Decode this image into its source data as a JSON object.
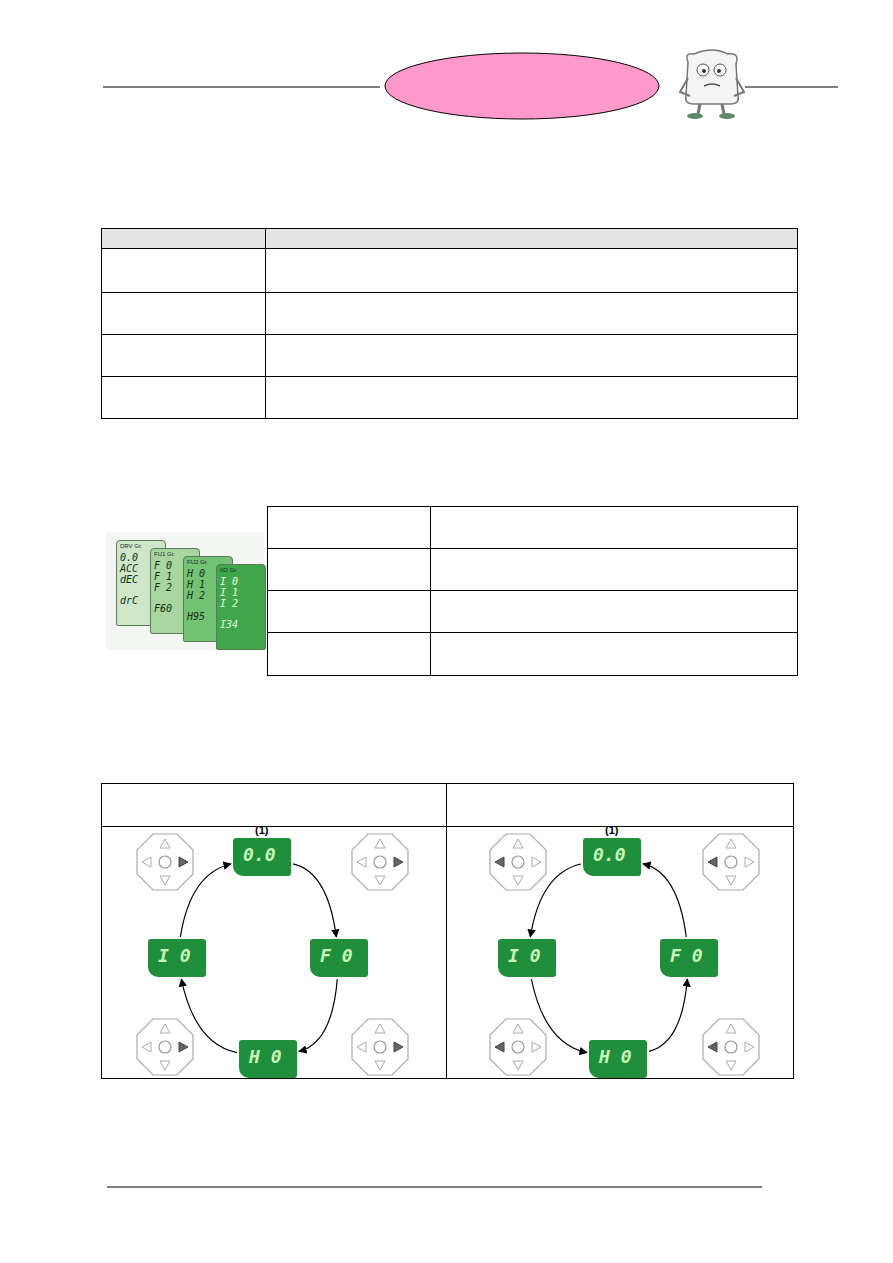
{
  "diagram": {
    "nodes": [
      {
        "text": [
          "DRV Gr.",
          "0.0",
          "ACC",
          "dEC",
          "drC"
        ]
      },
      {
        "text": [
          "FU1 Gr.",
          "F 0",
          "F 1",
          "F 2",
          "F60"
        ]
      },
      {
        "text": [
          "FU2 Gr.",
          "H 0",
          "H 1",
          "H 2",
          "H95"
        ]
      },
      {
        "text": [
          "I/O Gr.",
          "I 0",
          "I 1",
          "I 2",
          "I34"
        ]
      },
      {
        "text": [
          "0.0"
        ]
      },
      {
        "text": [
          "F 0"
        ]
      },
      {
        "text": [
          "H 0"
        ]
      },
      {
        "text": [
          "I 0"
        ]
      },
      {
        "text": [
          "0.0"
        ]
      },
      {
        "text": [
          "F 0"
        ]
      },
      {
        "text": [
          "H 0"
        ]
      },
      {
        "text": [
          "I 0"
        ]
      }
    ],
    "edges": [
      {
        "from": 4,
        "to": 5,
        "arrow": "to"
      },
      {
        "from": 5,
        "to": 6,
        "arrow": "to"
      },
      {
        "from": 6,
        "to": 7,
        "arrow": "to"
      },
      {
        "from": 7,
        "to": 4,
        "arrow": "to"
      },
      {
        "from": 8,
        "to": 11,
        "arrow": "to"
      },
      {
        "from": 11,
        "to": 10,
        "arrow": "to"
      },
      {
        "from": 10,
        "to": 9,
        "arrow": "to"
      },
      {
        "from": 9,
        "to": 8,
        "arrow": "to"
      }
    ],
    "labels": [
      "(1)",
      "(1)"
    ]
  }
}
